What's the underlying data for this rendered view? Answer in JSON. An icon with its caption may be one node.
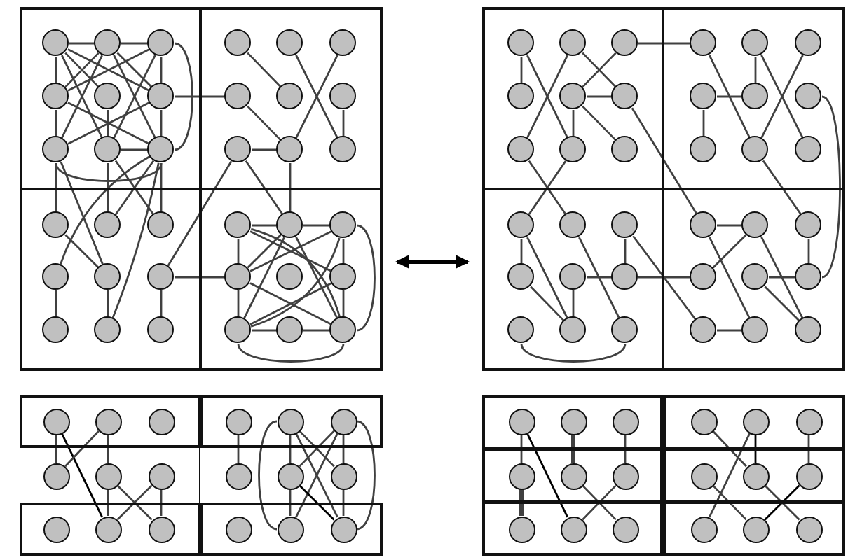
{
  "diagram": {
    "nodes": [
      {
        "text": [],
        "shape": "box"
      },
      {
        "text": [],
        "shape": "box",
        "in": 0
      },
      {
        "text": [],
        "shape": "box",
        "in": 0
      },
      {
        "text": [],
        "shape": "box",
        "in": 0
      },
      {
        "text": [],
        "shape": "box",
        "in": 0
      },
      {
        "text": [],
        "shape": "circle",
        "in": 1
      },
      {
        "text": [],
        "shape": "circle",
        "in": 1
      },
      {
        "text": [],
        "shape": "circle",
        "in": 1
      },
      {
        "text": [],
        "shape": "circle",
        "in": 2
      },
      {
        "text": [],
        "shape": "circle",
        "in": 2
      },
      {
        "text": [],
        "shape": "circle",
        "in": 2
      },
      {
        "text": [],
        "shape": "circle",
        "in": 1
      },
      {
        "text": [],
        "shape": "circle",
        "in": 1
      },
      {
        "text": [],
        "shape": "circle",
        "in": 1
      },
      {
        "text": [],
        "shape": "circle",
        "in": 2
      },
      {
        "text": [],
        "shape": "circle",
        "in": 2
      },
      {
        "text": [],
        "shape": "circle",
        "in": 2
      },
      {
        "text": [],
        "shape": "circle",
        "in": 1
      },
      {
        "text": [],
        "shape": "circle",
        "in": 1
      },
      {
        "text": [],
        "shape": "circle",
        "in": 1
      },
      {
        "text": [],
        "shape": "circle",
        "in": 2
      },
      {
        "text": [],
        "shape": "circle",
        "in": 2
      },
      {
        "text": [],
        "shape": "circle",
        "in": 2
      },
      {
        "text": [],
        "shape": "circle",
        "in": 3
      },
      {
        "text": [],
        "shape": "circle",
        "in": 3
      },
      {
        "text": [],
        "shape": "circle",
        "in": 3
      },
      {
        "text": [],
        "shape": "circle",
        "in": 4
      },
      {
        "text": [],
        "shape": "circle",
        "in": 4
      },
      {
        "text": [],
        "shape": "circle",
        "in": 4
      },
      {
        "text": [],
        "shape": "circle",
        "in": 3
      },
      {
        "text": [],
        "shape": "circle",
        "in": 3
      },
      {
        "text": [],
        "shape": "circle",
        "in": 3
      },
      {
        "text": [],
        "shape": "circle",
        "in": 4
      },
      {
        "text": [],
        "shape": "circle",
        "in": 4
      },
      {
        "text": [],
        "shape": "circle",
        "in": 4
      },
      {
        "text": [],
        "shape": "circle",
        "in": 3
      },
      {
        "text": [],
        "shape": "circle",
        "in": 3
      },
      {
        "text": [],
        "shape": "circle",
        "in": 3
      },
      {
        "text": [],
        "shape": "circle",
        "in": 4
      },
      {
        "text": [],
        "shape": "circle",
        "in": 4
      },
      {
        "text": [],
        "shape": "circle",
        "in": 4
      },
      {
        "text": [],
        "shape": "box"
      },
      {
        "text": [],
        "shape": "box",
        "in": 41
      },
      {
        "text": [],
        "shape": "box",
        "in": 41
      },
      {
        "text": [],
        "shape": "box",
        "in": 41
      },
      {
        "text": [],
        "shape": "box",
        "in": 41
      },
      {
        "text": [],
        "shape": "circle",
        "in": 42
      },
      {
        "text": [],
        "shape": "circle",
        "in": 42
      },
      {
        "text": [],
        "shape": "circle",
        "in": 42
      },
      {
        "text": [],
        "shape": "circle",
        "in": 43
      },
      {
        "text": [],
        "shape": "circle",
        "in": 43
      },
      {
        "text": [],
        "shape": "circle",
        "in": 43
      },
      {
        "text": [],
        "shape": "circle",
        "in": 42
      },
      {
        "text": [],
        "shape": "circle",
        "in": 42
      },
      {
        "text": [],
        "shape": "circle",
        "in": 42
      },
      {
        "text": [],
        "shape": "circle",
        "in": 43
      },
      {
        "text": [],
        "shape": "circle",
        "in": 43
      },
      {
        "text": [],
        "shape": "circle",
        "in": 43
      },
      {
        "text": [],
        "shape": "circle",
        "in": 42
      },
      {
        "text": [],
        "shape": "circle",
        "in": 42
      },
      {
        "text": [],
        "shape": "circle",
        "in": 42
      },
      {
        "text": [],
        "shape": "circle",
        "in": 43
      },
      {
        "text": [],
        "shape": "circle",
        "in": 43
      },
      {
        "text": [],
        "shape": "circle",
        "in": 43
      },
      {
        "text": [],
        "shape": "circle",
        "in": 44
      },
      {
        "text": [],
        "shape": "circle",
        "in": 44
      },
      {
        "text": [],
        "shape": "circle",
        "in": 44
      },
      {
        "text": [],
        "shape": "circle",
        "in": 45
      },
      {
        "text": [],
        "shape": "circle",
        "in": 45
      },
      {
        "text": [],
        "shape": "circle",
        "in": 45
      },
      {
        "text": [],
        "shape": "circle",
        "in": 44
      },
      {
        "text": [],
        "shape": "circle",
        "in": 44
      },
      {
        "text": [],
        "shape": "circle",
        "in": 44
      },
      {
        "text": [],
        "shape": "circle",
        "in": 45
      },
      {
        "text": [],
        "shape": "circle",
        "in": 45
      },
      {
        "text": [],
        "shape": "circle",
        "in": 45
      },
      {
        "text": [],
        "shape": "circle",
        "in": 44
      },
      {
        "text": [],
        "shape": "circle",
        "in": 44
      },
      {
        "text": [],
        "shape": "circle",
        "in": 44
      },
      {
        "text": [],
        "shape": "circle",
        "in": 45
      },
      {
        "text": [],
        "shape": "circle",
        "in": 45
      },
      {
        "text": [],
        "shape": "circle",
        "in": 45
      },
      {
        "text": [],
        "shape": "box"
      },
      {
        "text": [],
        "shape": "box"
      },
      {
        "text": [],
        "shape": "box"
      },
      {
        "text": [],
        "shape": "box"
      },
      {
        "text": [],
        "shape": "circle",
        "in": 82
      },
      {
        "text": [],
        "shape": "circle",
        "in": 82
      },
      {
        "text": [],
        "shape": "circle",
        "in": 82
      },
      {
        "text": [],
        "shape": "circle",
        "in": 83
      },
      {
        "text": [],
        "shape": "circle",
        "in": 83
      },
      {
        "text": [],
        "shape": "circle",
        "in": 83
      },
      {
        "text": [],
        "shape": "circle"
      },
      {
        "text": [],
        "shape": "circle"
      },
      {
        "text": [],
        "shape": "circle"
      },
      {
        "text": [],
        "shape": "circle"
      },
      {
        "text": [],
        "shape": "circle"
      },
      {
        "text": [],
        "shape": "circle"
      },
      {
        "text": [],
        "shape": "circle",
        "in": 84
      },
      {
        "text": [],
        "shape": "circle",
        "in": 84
      },
      {
        "text": [],
        "shape": "circle",
        "in": 84
      },
      {
        "text": [],
        "shape": "circle",
        "in": 85
      },
      {
        "text": [],
        "shape": "circle",
        "in": 85
      },
      {
        "text": [],
        "shape": "circle",
        "in": 85
      },
      {
        "text": [],
        "shape": "box"
      },
      {
        "text": [],
        "shape": "box"
      },
      {
        "text": [],
        "shape": "box"
      },
      {
        "text": [],
        "shape": "box"
      },
      {
        "text": [],
        "shape": "box"
      },
      {
        "text": [],
        "shape": "box"
      },
      {
        "text": [],
        "shape": "circle",
        "in": 104
      },
      {
        "text": [],
        "shape": "circle",
        "in": 104
      },
      {
        "text": [],
        "shape": "circle",
        "in": 104
      },
      {
        "text": [],
        "shape": "circle",
        "in": 105
      },
      {
        "text": [],
        "shape": "circle",
        "in": 105
      },
      {
        "text": [],
        "shape": "circle",
        "in": 105
      },
      {
        "text": [],
        "shape": "circle",
        "in": 106
      },
      {
        "text": [],
        "shape": "circle",
        "in": 106
      },
      {
        "text": [],
        "shape": "circle",
        "in": 106
      },
      {
        "text": [],
        "shape": "circle",
        "in": 107
      },
      {
        "text": [],
        "shape": "circle",
        "in": 107
      },
      {
        "text": [],
        "shape": "circle",
        "in": 107
      },
      {
        "text": [],
        "shape": "circle",
        "in": 108
      },
      {
        "text": [],
        "shape": "circle",
        "in": 108
      },
      {
        "text": [],
        "shape": "circle",
        "in": 108
      },
      {
        "text": [],
        "shape": "circle",
        "in": 109
      },
      {
        "text": [],
        "shape": "circle",
        "in": 109
      },
      {
        "text": [],
        "shape": "circle",
        "in": 109
      }
    ],
    "edges": [
      {
        "from": 5,
        "to": 6,
        "arrow": "none"
      },
      {
        "from": 6,
        "to": 7,
        "arrow": "none"
      },
      {
        "from": 5,
        "to": 11,
        "arrow": "none"
      },
      {
        "from": 11,
        "to": 17,
        "arrow": "none"
      },
      {
        "from": 7,
        "to": 13,
        "arrow": "none"
      },
      {
        "from": 13,
        "to": 19,
        "arrow": "none"
      },
      {
        "from": 7,
        "to": 19,
        "arrow": "none"
      },
      {
        "from": 5,
        "to": 12,
        "arrow": "none"
      },
      {
        "from": 5,
        "to": 13,
        "arrow": "none"
      },
      {
        "from": 5,
        "to": 18,
        "arrow": "none"
      },
      {
        "from": 6,
        "to": 11,
        "arrow": "none"
      },
      {
        "from": 6,
        "to": 13,
        "arrow": "none"
      },
      {
        "from": 6,
        "to": 17,
        "arrow": "none"
      },
      {
        "from": 6,
        "to": 19,
        "arrow": "none"
      },
      {
        "from": 7,
        "to": 11,
        "arrow": "none"
      },
      {
        "from": 7,
        "to": 18,
        "arrow": "none"
      },
      {
        "from": 11,
        "to": 19,
        "arrow": "none"
      },
      {
        "from": 17,
        "to": 13,
        "arrow": "none"
      },
      {
        "from": 12,
        "to": 18,
        "arrow": "none"
      },
      {
        "from": 18,
        "to": 19,
        "arrow": "none"
      },
      {
        "from": 17,
        "to": 19,
        "arrow": "none"
      },
      {
        "from": 13,
        "to": 14,
        "arrow": "none"
      },
      {
        "from": 8,
        "to": 15,
        "arrow": "none"
      },
      {
        "from": 9,
        "to": 22,
        "arrow": "none"
      },
      {
        "from": 10,
        "to": 21,
        "arrow": "none"
      },
      {
        "from": 16,
        "to": 22,
        "arrow": "none"
      },
      {
        "from": 14,
        "to": 21,
        "arrow": "none"
      },
      {
        "from": 20,
        "to": 21,
        "arrow": "none"
      },
      {
        "from": 21,
        "to": 27,
        "arrow": "none"
      },
      {
        "from": 20,
        "to": 31,
        "arrow": "none"
      },
      {
        "from": 20,
        "to": 27,
        "arrow": "none"
      },
      {
        "from": 17,
        "to": 23,
        "arrow": "none"
      },
      {
        "from": 18,
        "to": 24,
        "arrow": "none"
      },
      {
        "from": 19,
        "to": 25,
        "arrow": "none"
      },
      {
        "from": 17,
        "to": 30,
        "arrow": "none"
      },
      {
        "from": 19,
        "to": 29,
        "arrow": "none"
      },
      {
        "from": 19,
        "to": 24,
        "arrow": "none"
      },
      {
        "from": 18,
        "to": 25,
        "arrow": "none"
      },
      {
        "from": 36,
        "to": 19,
        "arrow": "none"
      },
      {
        "from": 23,
        "to": 30,
        "arrow": "none"
      },
      {
        "from": 30,
        "to": 36,
        "arrow": "none"
      },
      {
        "from": 29,
        "to": 35,
        "arrow": "none"
      },
      {
        "from": 31,
        "to": 37,
        "arrow": "none"
      },
      {
        "from": 31,
        "to": 32,
        "arrow": "none"
      },
      {
        "from": 26,
        "to": 27,
        "arrow": "none"
      },
      {
        "from": 27,
        "to": 28,
        "arrow": "none"
      },
      {
        "from": 26,
        "to": 32,
        "arrow": "none"
      },
      {
        "from": 32,
        "to": 38,
        "arrow": "none"
      },
      {
        "from": 28,
        "to": 34,
        "arrow": "none"
      },
      {
        "from": 34,
        "to": 40,
        "arrow": "none"
      },
      {
        "from": 38,
        "to": 39,
        "arrow": "none"
      },
      {
        "from": 39,
        "to": 40,
        "arrow": "none"
      },
      {
        "from": 28,
        "to": 40,
        "arrow": "none"
      },
      {
        "from": 38,
        "to": 40,
        "arrow": "none"
      },
      {
        "from": 26,
        "to": 34,
        "arrow": "none"
      },
      {
        "from": 26,
        "to": 40,
        "arrow": "none"
      },
      {
        "from": 27,
        "to": 32,
        "arrow": "none"
      },
      {
        "from": 27,
        "to": 38,
        "arrow": "none"
      },
      {
        "from": 27,
        "to": 40,
        "arrow": "none"
      },
      {
        "from": 28,
        "to": 32,
        "arrow": "none"
      },
      {
        "from": 28,
        "to": 38,
        "arrow": "none"
      },
      {
        "from": 32,
        "to": 40,
        "arrow": "none"
      },
      {
        "from": 34,
        "to": 38,
        "arrow": "none"
      },
      {
        "from": 0,
        "to": 41,
        "arrow": "both",
        "style": "thick",
        "color": "#000000"
      },
      {
        "from": 46,
        "to": 52,
        "arrow": "none"
      },
      {
        "from": 46,
        "to": 59,
        "arrow": "none"
      },
      {
        "from": 47,
        "to": 58,
        "arrow": "none"
      },
      {
        "from": 47,
        "to": 54,
        "arrow": "none"
      },
      {
        "from": 48,
        "to": 53,
        "arrow": "none"
      },
      {
        "from": 53,
        "to": 54,
        "arrow": "none"
      },
      {
        "from": 53,
        "to": 59,
        "arrow": "none"
      },
      {
        "from": 53,
        "to": 60,
        "arrow": "none"
      },
      {
        "from": 48,
        "to": 49,
        "arrow": "none"
      },
      {
        "from": 54,
        "to": 67,
        "arrow": "none"
      },
      {
        "from": 58,
        "to": 65,
        "arrow": "none"
      },
      {
        "from": 59,
        "to": 64,
        "arrow": "none"
      },
      {
        "from": 49,
        "to": 62,
        "arrow": "none"
      },
      {
        "from": 50,
        "to": 56,
        "arrow": "none"
      },
      {
        "from": 50,
        "to": 63,
        "arrow": "none"
      },
      {
        "from": 51,
        "to": 62,
        "arrow": "none"
      },
      {
        "from": 55,
        "to": 56,
        "arrow": "none"
      },
      {
        "from": 55,
        "to": 61,
        "arrow": "none"
      },
      {
        "from": 57,
        "to": 75,
        "arrow": "none"
      },
      {
        "from": 62,
        "to": 69,
        "arrow": "none"
      },
      {
        "from": 64,
        "to": 70,
        "arrow": "none"
      },
      {
        "from": 64,
        "to": 77,
        "arrow": "none"
      },
      {
        "from": 70,
        "to": 77,
        "arrow": "none"
      },
      {
        "from": 71,
        "to": 77,
        "arrow": "none"
      },
      {
        "from": 65,
        "to": 78,
        "arrow": "none"
      },
      {
        "from": 71,
        "to": 72,
        "arrow": "none"
      },
      {
        "from": 66,
        "to": 72,
        "arrow": "none"
      },
      {
        "from": 66,
        "to": 79,
        "arrow": "none"
      },
      {
        "from": 72,
        "to": 73,
        "arrow": "none"
      },
      {
        "from": 76,
        "to": 78,
        "arrow": "none"
      },
      {
        "from": 67,
        "to": 68,
        "arrow": "none"
      },
      {
        "from": 67,
        "to": 80,
        "arrow": "none"
      },
      {
        "from": 68,
        "to": 73,
        "arrow": "none"
      },
      {
        "from": 68,
        "to": 81,
        "arrow": "none"
      },
      {
        "from": 69,
        "to": 75,
        "arrow": "none"
      },
      {
        "from": 74,
        "to": 75,
        "arrow": "none"
      },
      {
        "from": 74,
        "to": 81,
        "arrow": "none"
      },
      {
        "from": 79,
        "to": 80,
        "arrow": "none"
      },
      {
        "from": 86,
        "to": 92,
        "arrow": "none"
      },
      {
        "from": 86,
        "to": 99,
        "arrow": "none",
        "color": "#000000"
      },
      {
        "from": 87,
        "to": 92,
        "arrow": "none"
      },
      {
        "from": 87,
        "to": 93,
        "arrow": "none"
      },
      {
        "from": 93,
        "to": 99,
        "arrow": "none"
      },
      {
        "from": 93,
        "to": 100,
        "arrow": "none"
      },
      {
        "from": 94,
        "to": 99,
        "arrow": "none"
      },
      {
        "from": 94,
        "to": 100,
        "arrow": "none"
      },
      {
        "from": 89,
        "to": 95,
        "arrow": "none"
      },
      {
        "from": 90,
        "to": 96,
        "arrow": "none"
      },
      {
        "from": 90,
        "to": 97,
        "arrow": "none"
      },
      {
        "from": 90,
        "to": 103,
        "arrow": "none"
      },
      {
        "from": 91,
        "to": 96,
        "arrow": "none"
      },
      {
        "from": 91,
        "to": 102,
        "arrow": "none"
      },
      {
        "from": 91,
        "to": 97,
        "arrow": "none"
      },
      {
        "from": 96,
        "to": 102,
        "arrow": "none"
      },
      {
        "from": 96,
        "to": 103,
        "arrow": "none",
        "color": "#000000"
      },
      {
        "from": 97,
        "to": 103,
        "arrow": "none"
      },
      {
        "from": 90,
        "to": 102,
        "arrow": "none"
      },
      {
        "from": 91,
        "to": 103,
        "arrow": "none"
      },
      {
        "from": 110,
        "to": 116,
        "arrow": "none"
      },
      {
        "from": 116,
        "to": 122,
        "arrow": "none",
        "style": "thick"
      },
      {
        "from": 111,
        "to": 117,
        "arrow": "none",
        "style": "thick"
      },
      {
        "from": 110,
        "to": 123,
        "arrow": "none",
        "color": "#000000"
      },
      {
        "from": 112,
        "to": 118,
        "arrow": "none"
      },
      {
        "from": 117,
        "to": 124,
        "arrow": "none"
      },
      {
        "from": 118,
        "to": 123,
        "arrow": "none"
      },
      {
        "from": 113,
        "to": 120,
        "arrow": "none"
      },
      {
        "from": 114,
        "to": 120,
        "arrow": "none",
        "color": "#000000"
      },
      {
        "from": 114,
        "to": 125,
        "arrow": "none"
      },
      {
        "from": 115,
        "to": 121,
        "arrow": "none"
      },
      {
        "from": 119,
        "to": 126,
        "arrow": "none"
      },
      {
        "from": 120,
        "to": 127,
        "arrow": "none"
      },
      {
        "from": 121,
        "to": 126,
        "arrow": "none",
        "color": "#000000"
      }
    ]
  }
}
